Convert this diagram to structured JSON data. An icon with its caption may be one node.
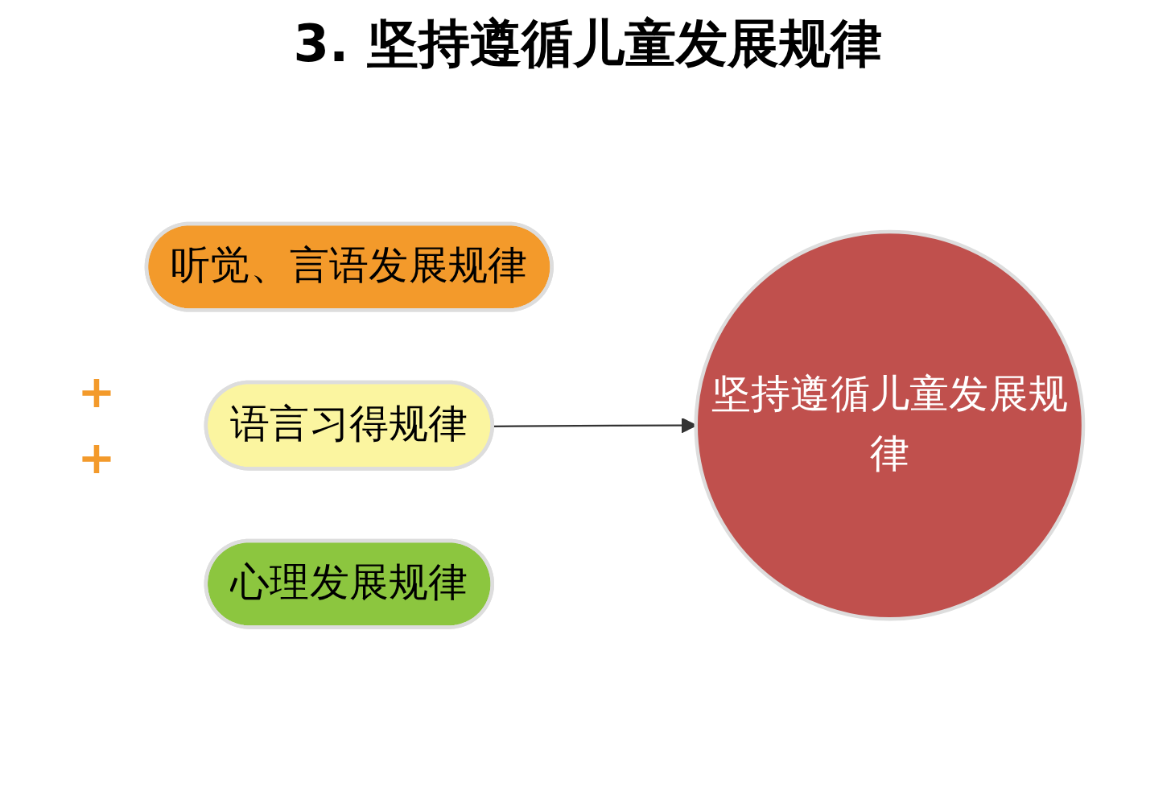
{
  "diagram": {
    "title": "3. 坚持遵循儿童发展规律",
    "nodes": [
      {
        "text": [
          "听觉、言语发展规律"
        ]
      },
      {
        "text": [
          "语言习得规律"
        ]
      },
      {
        "text": [
          "心理发展规律"
        ]
      },
      {
        "text": [
          "坚持遵循儿童发展规律"
        ]
      }
    ],
    "edges": [
      {
        "from": 1,
        "to": 3,
        "arrow": "to"
      }
    ],
    "labels": [
      "+",
      "+"
    ]
  }
}
